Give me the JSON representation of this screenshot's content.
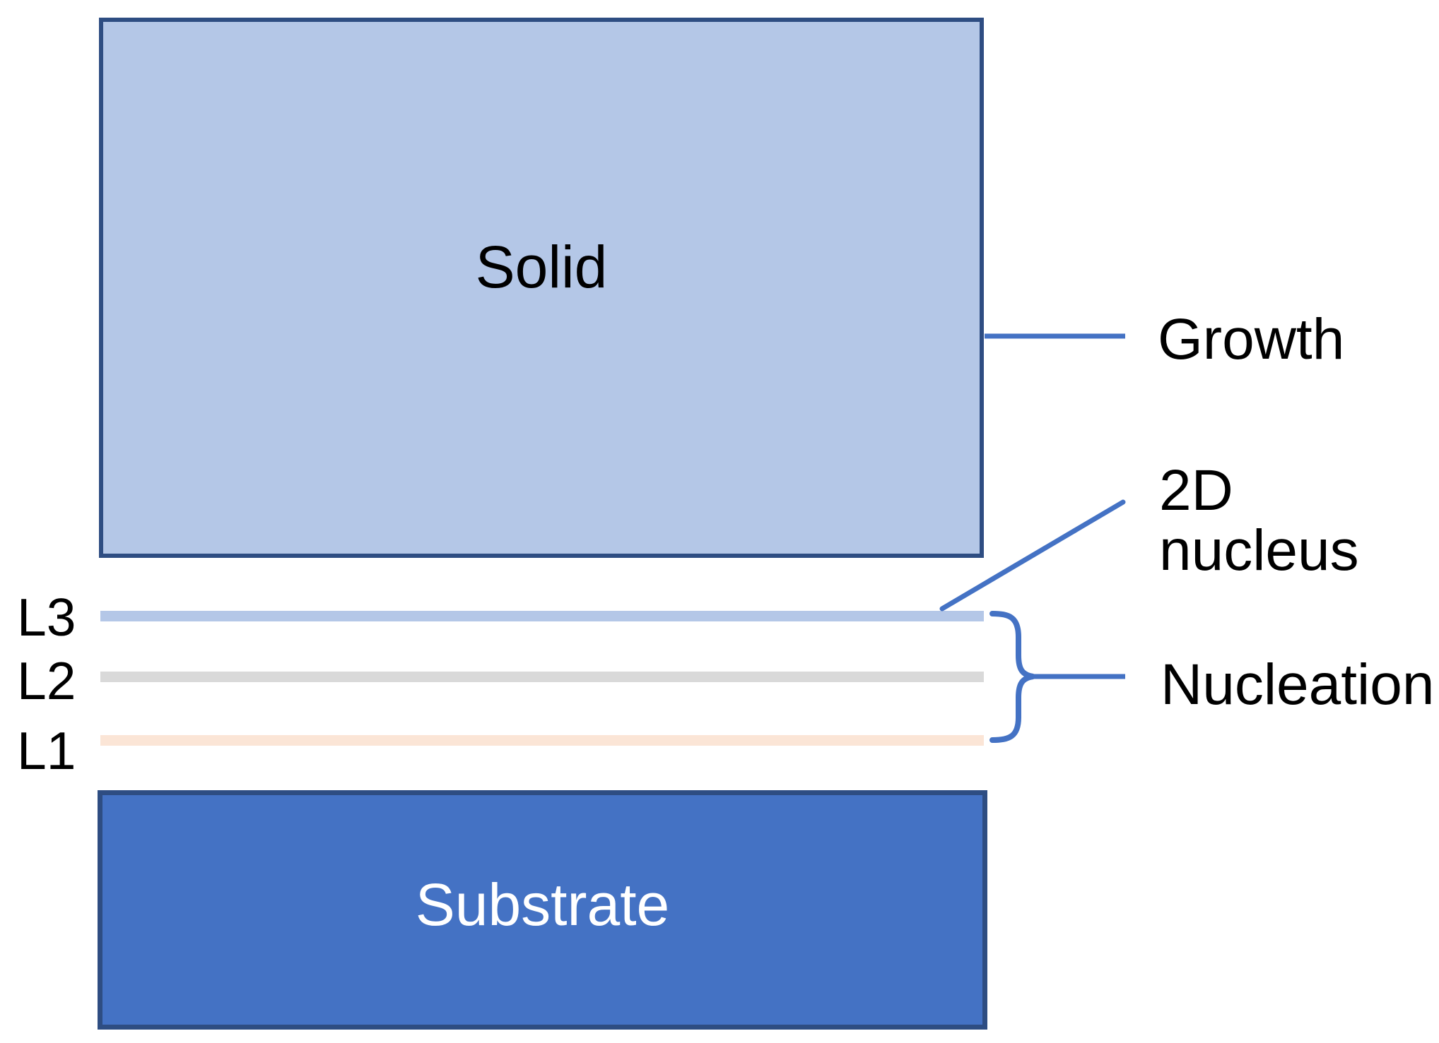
{
  "blocks": {
    "solid": {
      "label": "Solid"
    },
    "substrate": {
      "label": "Substrate"
    }
  },
  "layers": [
    {
      "label": "L3",
      "color": "#B4C7E7"
    },
    {
      "label": "L2",
      "color": "#D9D9D9"
    },
    {
      "label": "L1",
      "color": "#FBE5D6"
    }
  ],
  "annotations": {
    "growth": {
      "label": "Growth"
    },
    "nucleus": {
      "line1": "2D",
      "line2": "nucleus"
    },
    "nucleation": {
      "label": "Nucleation"
    }
  },
  "colors": {
    "solid_fill": "#B4C7E7",
    "block_border": "#2E4D82",
    "substrate_fill": "#4472C4",
    "substrate_text": "#FFFFFF",
    "connector_blue": "#4472C4",
    "layer_l3_fill": "#B4C7E7",
    "layer_l2_fill": "#D9D9D9",
    "layer_l1_fill": "#FBE5D6",
    "label_text": "#000000"
  }
}
